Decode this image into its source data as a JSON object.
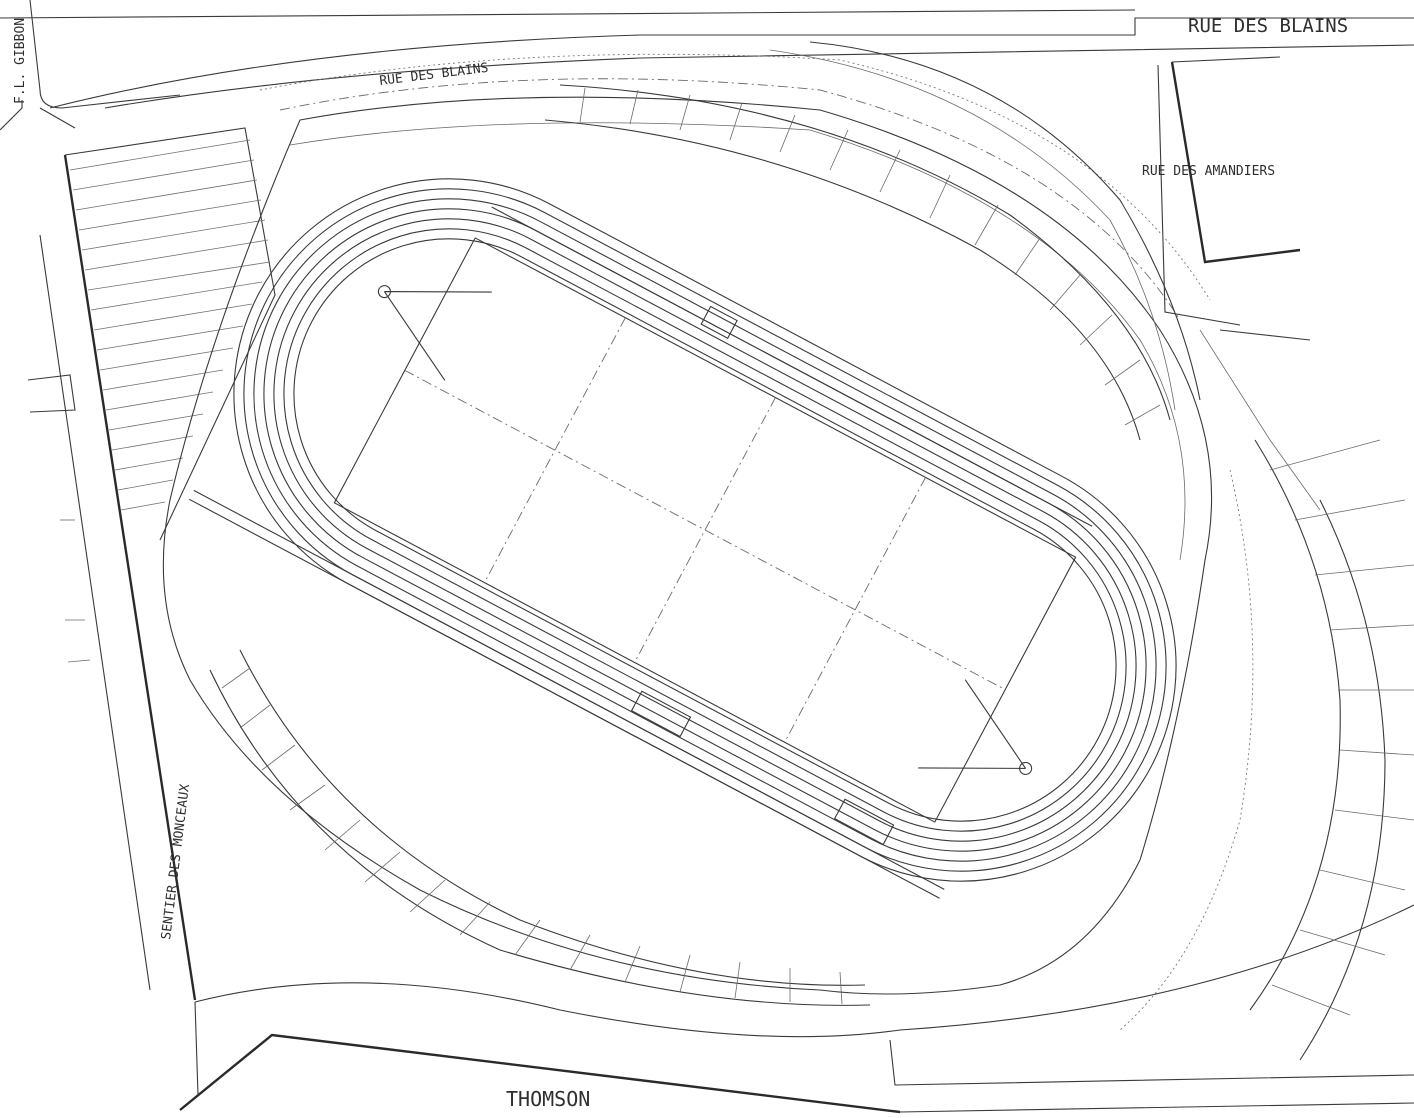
{
  "map": {
    "labels": {
      "rue_des_blains_top": "RUE DES BLAINS",
      "rue_des_blains_road": "RUE DES BLAINS",
      "rue_des_amandiers": "RUE DES AMANDIERS",
      "fl_gibbon": "F.L. GIBBON",
      "sentier_des_monceaux": "SENTIER DES MONCEAUX",
      "thomson": "THOMSON"
    },
    "ink_color": "#3a3a3a",
    "paper_color": "#ffffff"
  }
}
